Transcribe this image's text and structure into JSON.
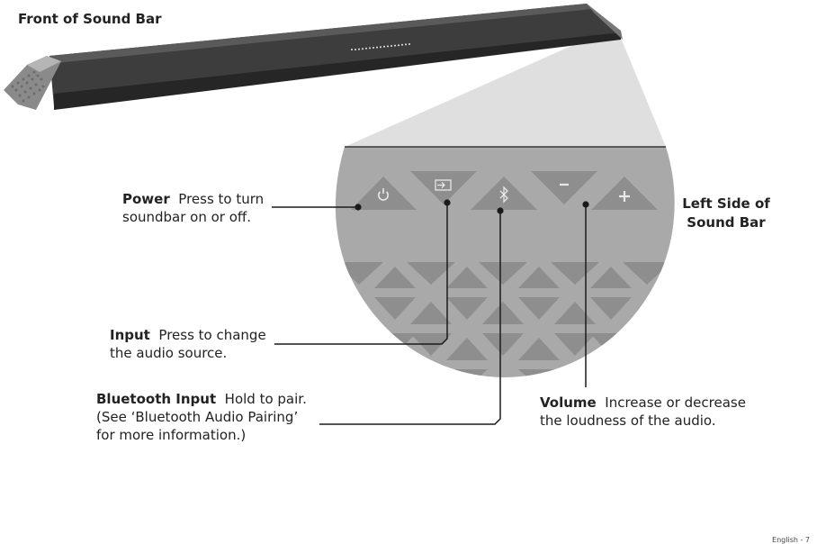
{
  "front_title": "Front of Sound Bar",
  "side_title_line1": "Left Side of",
  "side_title_line2": "Sound Bar",
  "callouts": {
    "power": {
      "label": "Power",
      "text_line1": "Press to turn",
      "text_line2": "soundbar on or off."
    },
    "input": {
      "label": "Input",
      "text_line1": "Press to change",
      "text_line2": "the audio source."
    },
    "bluetooth": {
      "label": "Bluetooth Input",
      "text_line1": "Hold to pair.",
      "text_line2": "(See ‘Bluetooth Audio Pairing’",
      "text_line3": "for more information.)"
    },
    "volume": {
      "label": "Volume",
      "text_line1": "Increase or decrease",
      "text_line2": "the loudness of the audio."
    }
  },
  "footer": "English - 7",
  "colors": {
    "bar": "#3f3f3f",
    "panel": "#a9a9a9",
    "button": "#8e8e8e",
    "line": "#1a1a1a"
  }
}
